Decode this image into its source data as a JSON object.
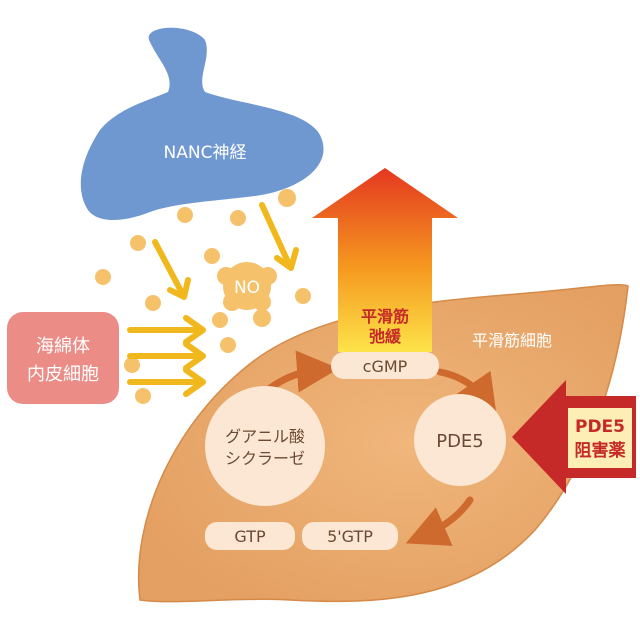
{
  "nerve": {
    "label": "NANC神経"
  },
  "no_molecule": {
    "label": "NO"
  },
  "sponge": {
    "line1": "海綿体",
    "line2": "内皮細胞"
  },
  "relaxation": {
    "line1": "平滑筋",
    "line2": "弛緩"
  },
  "cell": {
    "label": "平滑筋細胞"
  },
  "cgmp": {
    "label": "cGMP"
  },
  "guanylate": {
    "line1": "グアニル酸",
    "line2": "シクラーゼ"
  },
  "pde5": {
    "label": "PDE5"
  },
  "inhibitor": {
    "line1": "PDE5",
    "line2": "阻害薬"
  },
  "gtp": {
    "label": "GTP"
  },
  "gmp5": {
    "label": "5'GTP"
  },
  "colors": {
    "nerve_blue": "#6f97d0",
    "no_yellow": "#f5c26b",
    "arrow_yellow": "#f0b81c",
    "sponge_pink": "#ec8c86",
    "cell_tan": "#e9ab6f",
    "node_cream": "#fbe7d3",
    "cycle_arrow": "#cf6a2f",
    "inhibitor_red": "#c62a28"
  }
}
